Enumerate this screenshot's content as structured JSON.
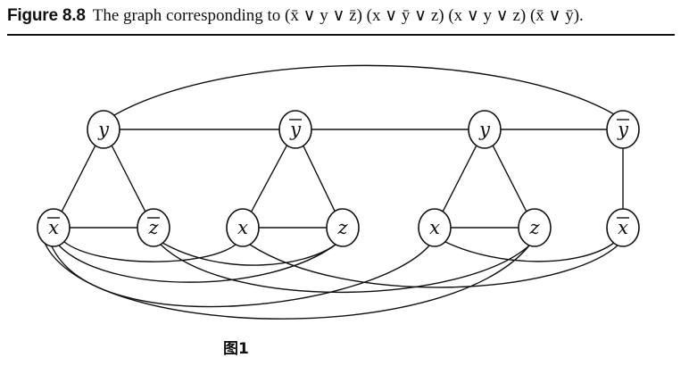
{
  "caption": {
    "label": "Figure 8.8",
    "text": "The graph corresponding to (x̄ ∨ y ∨ z̄) (x ∨ ȳ ∨ z) (x ∨ y ∨ z) (x̄ ∨ ȳ)."
  },
  "figure_number": "图1",
  "graph": {
    "nodes": [
      {
        "id": "n1",
        "name": "y",
        "negated": false
      },
      {
        "id": "n2",
        "name": "y",
        "negated": true
      },
      {
        "id": "n3",
        "name": "y",
        "negated": false
      },
      {
        "id": "n4",
        "name": "y",
        "negated": true
      },
      {
        "id": "n5",
        "name": "x",
        "negated": true
      },
      {
        "id": "n6",
        "name": "z",
        "negated": true
      },
      {
        "id": "n7",
        "name": "x",
        "negated": false
      },
      {
        "id": "n8",
        "name": "z",
        "negated": false
      },
      {
        "id": "n9",
        "name": "x",
        "negated": false
      },
      {
        "id": "n10",
        "name": "z",
        "negated": false
      },
      {
        "id": "n11",
        "name": "x",
        "negated": true
      }
    ],
    "edges": [
      [
        "n1",
        "n5"
      ],
      [
        "n1",
        "n6"
      ],
      [
        "n5",
        "n6"
      ],
      [
        "n2",
        "n7"
      ],
      [
        "n2",
        "n8"
      ],
      [
        "n7",
        "n8"
      ],
      [
        "n3",
        "n9"
      ],
      [
        "n3",
        "n10"
      ],
      [
        "n9",
        "n10"
      ],
      [
        "n4",
        "n11"
      ],
      [
        "n1",
        "n2"
      ],
      [
        "n2",
        "n3"
      ],
      [
        "n3",
        "n4"
      ],
      [
        "n1",
        "n4"
      ],
      [
        "n5",
        "n7"
      ],
      [
        "n5",
        "n9"
      ],
      [
        "n6",
        "n8"
      ],
      [
        "n6",
        "n10"
      ],
      [
        "n7",
        "n11"
      ],
      [
        "n9",
        "n11"
      ],
      [
        "n8",
        "n5"
      ],
      [
        "n10",
        "n5"
      ]
    ]
  }
}
